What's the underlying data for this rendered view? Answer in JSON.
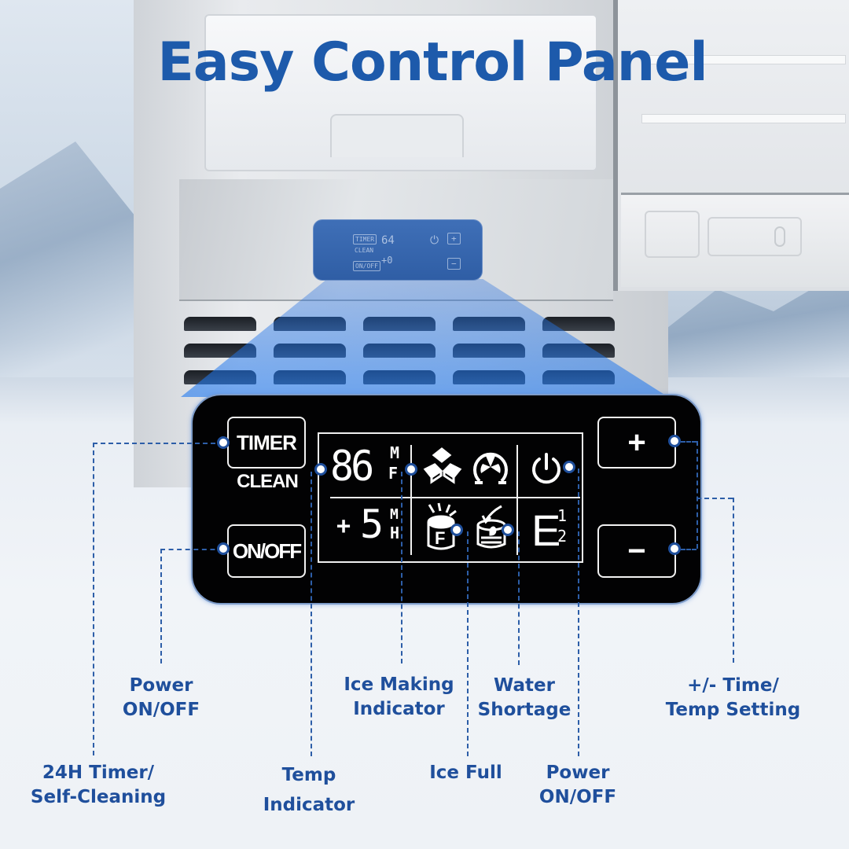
{
  "title": "Easy Control Panel",
  "small_panel": {
    "timer": "TIMER",
    "clean": "CLEAN",
    "onoff": "ON/OFF",
    "temp": "64",
    "time": "+0",
    "plus": "+",
    "minus": "−"
  },
  "panel": {
    "buttons": {
      "timer": "TIMER",
      "clean": "CLEAN",
      "onoff": "ON/OFF",
      "plus": "+",
      "minus": "−"
    },
    "lcd": {
      "temp_value": "86",
      "temp_unit_top": "M",
      "temp_unit_bottom": "F",
      "time_sign": "+",
      "time_value": "5",
      "time_unit_top": "M",
      "time_unit_bottom": "H",
      "ice_full_letter": "F",
      "error_letter": "E",
      "error_sup": "1",
      "error_sub": "2"
    },
    "icons": [
      "ice-cubes-icon",
      "fan-icon",
      "power-icon",
      "ice-full-bucket-icon",
      "water-shortage-bucket-icon"
    ]
  },
  "callouts": {
    "power_onoff_left": [
      "Power",
      "ON/OFF"
    ],
    "timer_clean": [
      "24H Timer/",
      "Self-Cleaning"
    ],
    "temp_indicator": [
      "Temp",
      "Indicator"
    ],
    "ice_making": [
      "Ice Making",
      "Indicator"
    ],
    "ice_full": [
      "Ice Full"
    ],
    "water_shortage": [
      "Water",
      "Shortage"
    ],
    "power_onoff_right": [
      "Power",
      "ON/OFF"
    ],
    "time_temp_setting": [
      "+/- Time/",
      "Temp Setting"
    ]
  },
  "colors": {
    "accent": "#1d5aab",
    "callout": "#1f4f9c",
    "panel_bg": "#020203",
    "beam": "#2f6fd8"
  }
}
